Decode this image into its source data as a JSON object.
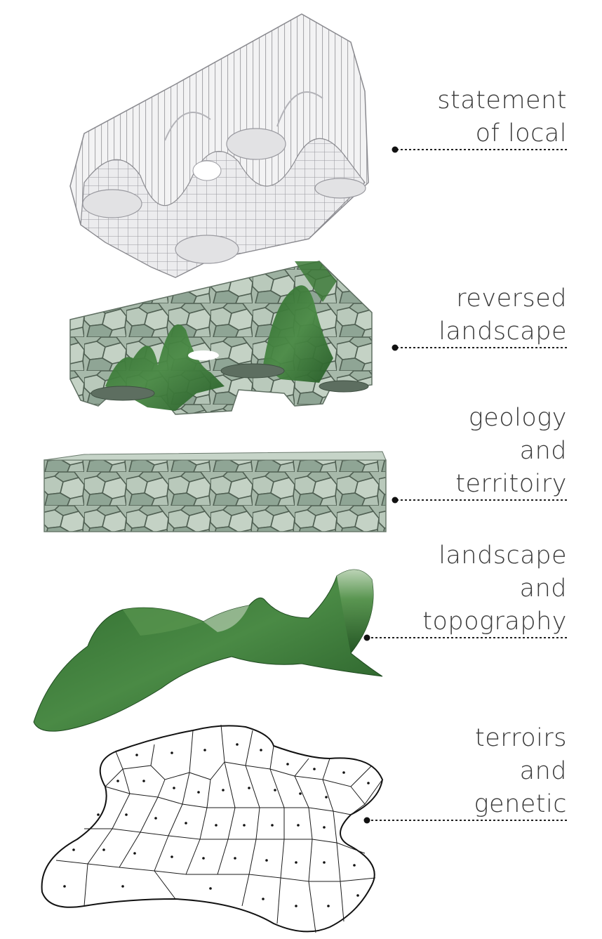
{
  "layers": [
    {
      "id": "statement",
      "lines": [
        "statement",
        "of local"
      ]
    },
    {
      "id": "reversed",
      "lines": [
        "reversed",
        "landscape"
      ]
    },
    {
      "id": "geology",
      "lines": [
        "geology",
        "and",
        "territoiry"
      ]
    },
    {
      "id": "landscape",
      "lines": [
        "landscape",
        "and",
        "topography"
      ]
    },
    {
      "id": "terroirs",
      "lines": [
        "terroirs",
        "and",
        "genetic"
      ]
    }
  ],
  "colors": {
    "text": "#3a3a3a",
    "leader": "#222222",
    "waffle": "#e9e9ea",
    "stone": "#9fb3a4",
    "moss": "#3f7a3a",
    "mesh_line": "#1a1a1a"
  }
}
